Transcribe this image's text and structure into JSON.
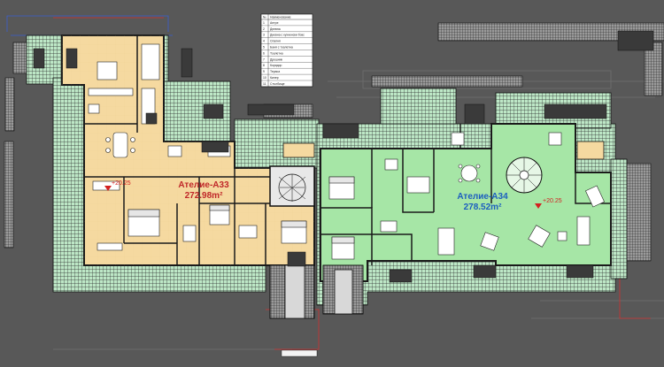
{
  "colors": {
    "background": "#585858",
    "unit_a33_fill": "#f5d9a0",
    "unit_a34_fill": "#a6e6a6",
    "terrace_fill": "#bde7c6",
    "wall": "#1a1a1a",
    "hatch": "#2b2b2b",
    "level_mark": "#d32020",
    "unit_a33_label": "#c0282a",
    "unit_a34_label": "#1d5fbf"
  },
  "units": [
    {
      "id": "a33",
      "name": "Ателие-А33",
      "area": "272.98m²"
    },
    {
      "id": "a34",
      "name": "Ателие-А34",
      "area": "278.52m²"
    }
  ],
  "level_marks": [
    {
      "id": "level-a33",
      "text": "+20.25"
    },
    {
      "id": "level-a34",
      "text": "+20.25"
    }
  ],
  "legend": {
    "header_no": "№",
    "header_name": "Наименование",
    "rows": [
      {
        "no": "1",
        "name": "Антре"
      },
      {
        "no": "2",
        "name": "Дневна"
      },
      {
        "no": "3",
        "name": "Дневна с кухненски бокс"
      },
      {
        "no": "4",
        "name": "Спалня"
      },
      {
        "no": "5",
        "name": "Баня с тоалетна"
      },
      {
        "no": "6",
        "name": "Тоалетна"
      },
      {
        "no": "7",
        "name": "Дрешник"
      },
      {
        "no": "8",
        "name": "Коридор"
      },
      {
        "no": "9",
        "name": "Тераса"
      },
      {
        "no": "10",
        "name": "Килер"
      },
      {
        "no": "11",
        "name": "Стълбище"
      }
    ]
  }
}
